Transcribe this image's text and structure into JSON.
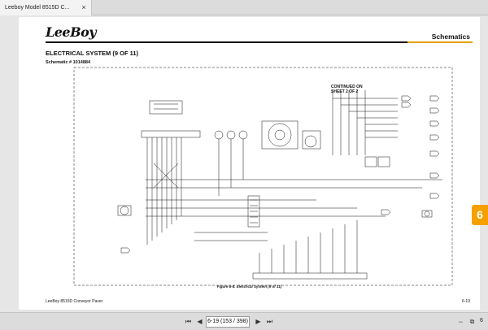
{
  "tab": {
    "title": "Leeboy Model 8515D C...",
    "close_glyph": "×"
  },
  "page": {
    "brand": "LeeBoy",
    "section": "Schematics",
    "heading": "ELECTRICAL SYSTEM (9 OF 11)",
    "schematic_no": "Schematic # 1014884",
    "figure_caption": "Figure 6-8. Electrical System (9 of 11)",
    "footer_left": "LeeBoy 8515D Conveyor Paver",
    "footer_right": "6-19",
    "chapter_tab": "6",
    "diagram_labels": {
      "continued": "CONTINUED ON",
      "sheet": "SHEET 2 OF 2"
    }
  },
  "toolbar": {
    "first": "⏮",
    "prev": "◀",
    "page_indicator": "6-19 (153 / 398)",
    "next": "▶",
    "last": "⏭",
    "fit_width": "⇔",
    "fit_page": "⧉",
    "zoom": "6"
  }
}
